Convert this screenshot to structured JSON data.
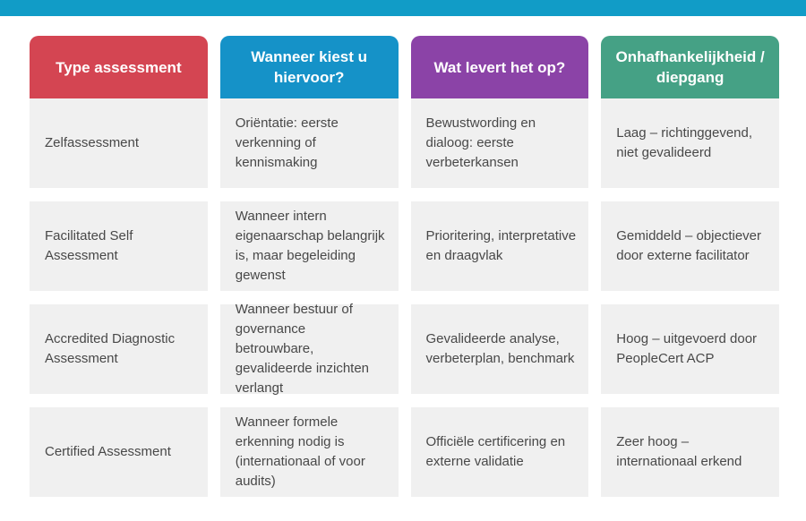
{
  "page": {
    "top_bar_color": "#119cc7",
    "background_color": "#ffffff",
    "cell_background_color": "#f0f0f0",
    "cell_text_color": "#484848"
  },
  "table": {
    "columns": [
      {
        "label": "Type assessment",
        "color": "#d44552"
      },
      {
        "label": "Wanneer kiest u hiervoor?",
        "color": "#1592c8"
      },
      {
        "label": "Wat levert het op?",
        "color": "#8b43a7"
      },
      {
        "label": "Onhafhankelijkheid / diepgang",
        "color": "#45a185"
      }
    ],
    "rows": [
      [
        "Zelfassessment",
        "Oriëntatie: eerste verkenning of kennismaking",
        "Bewustwording en dialoog: eerste verbeterkansen",
        "Laag – richtinggevend, niet gevalideerd"
      ],
      [
        "Facilitated Self Assessment",
        "Wanneer intern eigenaarschap belangrijk is, maar begeleiding gewenst",
        "Prioritering, interpretative en draagvlak",
        "Gemiddeld – objectiever door externe facilitator"
      ],
      [
        "Accredited Diagnostic Assessment",
        "Wanneer bestuur of governance betrouwbare, gevalideerde inzichten verlangt",
        "Gevalideerde analyse, verbeterplan, benchmark",
        "Hoog – uitgevoerd door PeopleCert ACP"
      ],
      [
        "Certified Assessment",
        "Wanneer formele erkenning nodig is (internationaal of voor audits)",
        "Officiële certificering en externe validatie",
        "Zeer hoog – internationaal erkend"
      ]
    ]
  }
}
